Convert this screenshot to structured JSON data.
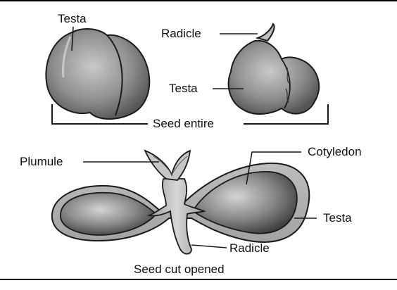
{
  "diagram": {
    "labels": {
      "testa_left": "Testa",
      "radicle_top": "Radicle",
      "testa_right": "Testa",
      "seed_entire": "Seed entire",
      "plumule": "Plumule",
      "cotyledon": "Cotyledon",
      "testa_cut": "Testa",
      "radicle_cut": "Radicle",
      "seed_cut_opened": "Seed cut opened"
    }
  }
}
